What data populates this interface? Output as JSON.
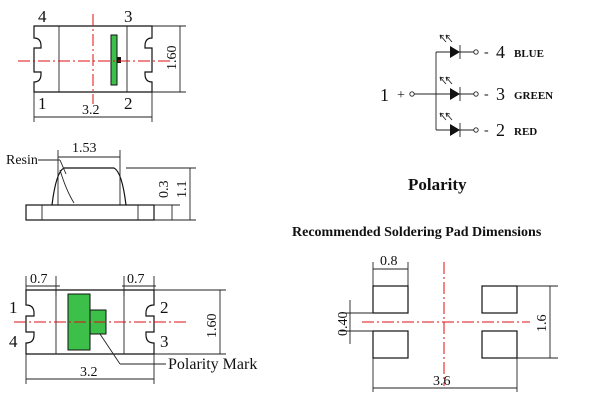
{
  "top_view": {
    "pin_tl": "4",
    "pin_tr": "3",
    "pin_bl": "1",
    "pin_br": "2",
    "length": "3.2",
    "width": "1.60"
  },
  "side_view": {
    "top_width": "1.53",
    "resin_label": "Resin",
    "dim_a": "0.3",
    "dim_b": "1.1"
  },
  "bottom_view": {
    "pad_left": "0.7",
    "pad_right": "0.7",
    "pin_tl": "1",
    "pin_bl": "4",
    "pin_tr": "2",
    "pin_br": "3",
    "width": "1.60",
    "length": "3.2",
    "polarity_mark": "Polarity Mark"
  },
  "circuit": {
    "common_num": "1",
    "common_sign": "+",
    "outputs": [
      {
        "sign": "-",
        "num": "4",
        "name": "BLUE"
      },
      {
        "sign": "-",
        "num": "3",
        "name": "GREEN"
      },
      {
        "sign": "-",
        "num": "2",
        "name": "RED"
      }
    ]
  },
  "polarity_title": "Polarity",
  "solder": {
    "title": "Recommended Soldering Pad Dimensions",
    "pad_w": "0.8",
    "gap": "0.40",
    "height": "1.6",
    "span": "3.6"
  },
  "colors": {
    "dimension_line": "#222222",
    "centerline": "#dd1111",
    "polarity_fill": "#3cc04a"
  }
}
